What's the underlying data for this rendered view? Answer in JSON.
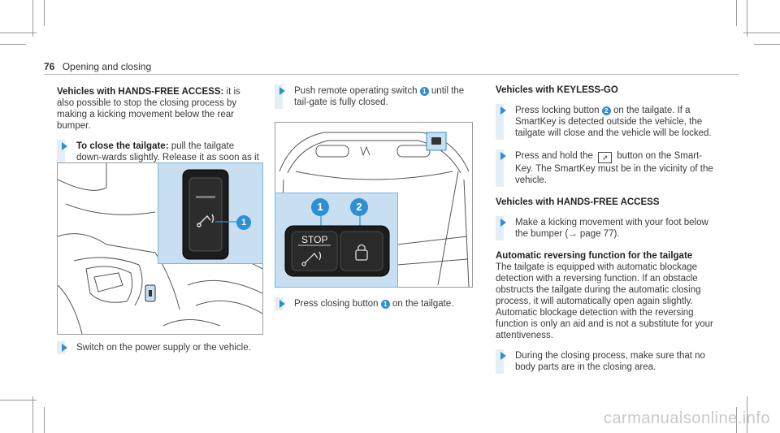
{
  "header": {
    "page_number": "76",
    "section": "Opening and closing"
  },
  "col1": {
    "intro_bold": "Vehicles with HANDS-FREE ACCESS:",
    "intro_text": " it is also possible to stop the closing process by making a kicking movement below the rear bumper.",
    "step1_bold": "To close the tailgate:",
    "step1_text": " pull the tailgate down-wards slightly. Release it as soon as it begins to close.",
    "step2_text": "Switch on the power supply or the vehicle.",
    "callout1": "1"
  },
  "col2": {
    "step1_pre": "Push remote operating switch ",
    "step1_num": "1",
    "step1_post": " until the tail-gate is fully closed.",
    "callout1": "1",
    "callout2": "2",
    "stop_label": "STOP",
    "step2_pre": "Press closing button ",
    "step2_num": "1",
    "step2_post": " on the tailgate."
  },
  "col3": {
    "heading1": "Vehicles with KEYLESS-GO",
    "s1_pre": "Press locking button ",
    "s1_num": "2",
    "s1_post": " on the tailgate. If a SmartKey is detected outside the vehicle, the tailgate will close and the vehicle will be locked.",
    "s2_pre": "Press and hold the ",
    "s2_post": " button on the Smart-Key. The SmartKey must be in the vicinity of the vehicle.",
    "heading2": "Vehicles with HANDS-FREE ACCESS",
    "s3_pre": "Make a kicking movement with your foot below the bumper (",
    "s3_arrow": "→",
    "s3_post": " page 77).",
    "heading3": "Automatic reversing function for the tailgate",
    "para": "The tailgate is equipped with automatic blockage detection with a reversing function. If an obstacle obstructs the tailgate during the automatic closing process, it will automatically open again slightly. Automatic blockage detection with the reversing function is only an aid and is not a substitute for your attentiveness.",
    "s4_text": "During the closing process, make sure that no body parts are in the closing area."
  },
  "watermark": "carmanualsonline.info"
}
